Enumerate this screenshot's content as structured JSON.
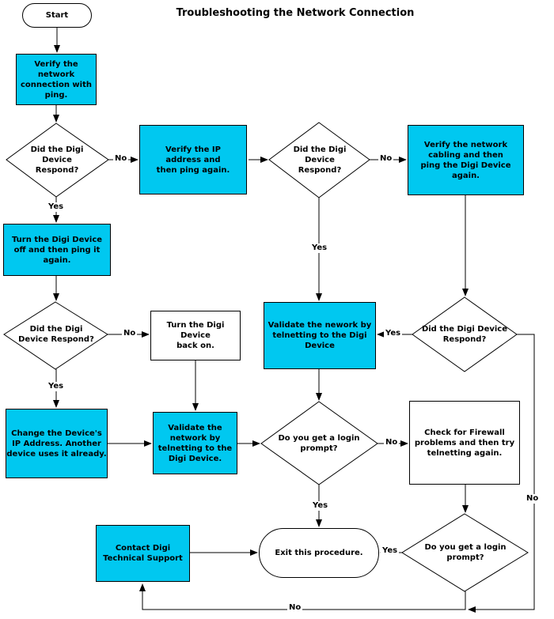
{
  "title": "Troubleshooting the Network Connection",
  "colors": {
    "process_fill": "#00C8F0",
    "decision_fill": "#FFFFFF",
    "line": "#000000",
    "background": "#FFFFFF"
  },
  "labels": {
    "yes": "Yes",
    "no": "No"
  },
  "nodes": {
    "start": "Start",
    "verify_ping": "Verify the\nnetwork\nconnection with\nping.",
    "did_respond_1": "Did the Digi\nDevice\nRespond?",
    "verify_ip": "Verify the IP\naddress and\nthen ping again.",
    "did_respond_2": "Did the Digi\nDevice\nRespond?",
    "verify_cabling": "Verify the network\ncabling and then\nping the Digi Device\nagain.",
    "turn_off": "Turn the Digi Device\noff and then ping it\nagain.",
    "did_respond_3": "Did the Digi\nDevice Respond?",
    "turn_on": "Turn the Digi Device\nback on.",
    "did_respond_4": "Did the Digi Device\nRespond?",
    "validate_telnet_1": "Validate the nework by\ntelnetting to the Digi\nDevice",
    "change_ip": "Change the Device's\nIP Address. Another\ndevice uses it  already.",
    "validate_telnet_2": "Validate the\nnetwork by\ntelnetting to the\nDigi Device.",
    "login_prompt_1": "Do you get a login\nprompt?",
    "check_firewall": "Check for Firewall\nproblems and then try\ntelnetting again.",
    "contact_support": "Contact Digi\nTechnical Support",
    "exit_procedure": "Exit this procedure.",
    "login_prompt_2": "Do you get a login\nprompt?"
  }
}
